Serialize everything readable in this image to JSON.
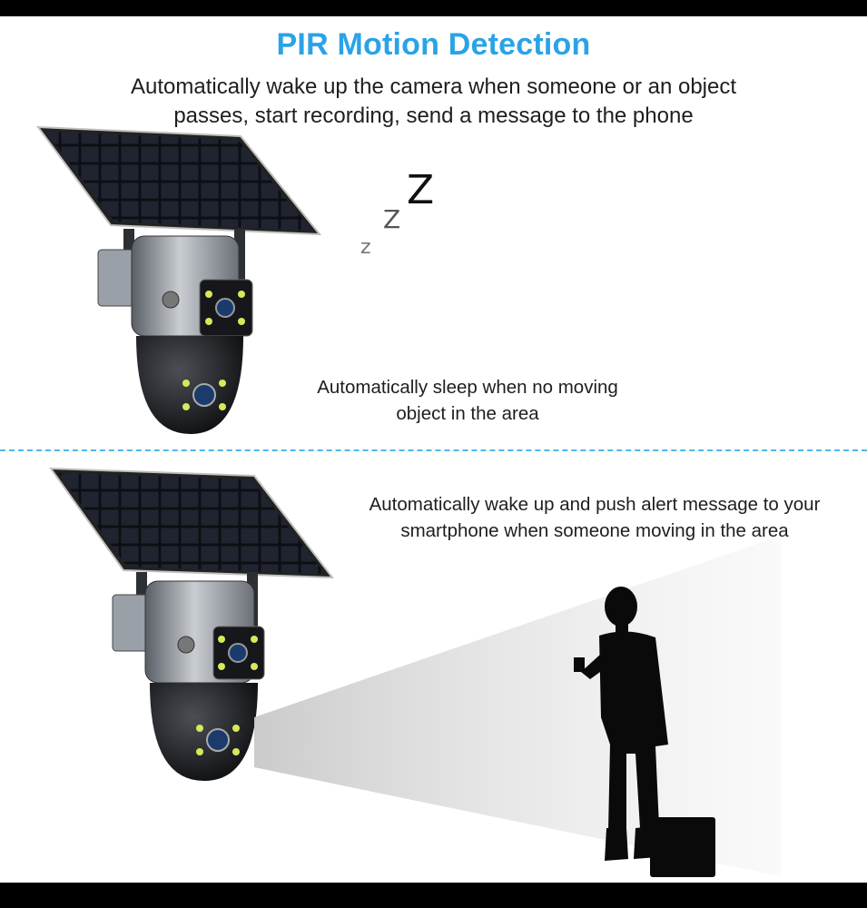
{
  "header": {
    "title": "PIR Motion Detection",
    "subtitle": "Automatically wake up the camera when someone or an object passes, start recording, send a message to the phone"
  },
  "sleep_panel": {
    "caption": "Automatically sleep when no moving object in the area",
    "sleep_glyphs": [
      "z",
      "Z",
      "Z"
    ]
  },
  "wake_panel": {
    "caption": "Automatically wake up and push alert message to your smartphone when someone moving in the area"
  },
  "colors": {
    "title": "#2aa3e6",
    "divider": "#4fb6e9",
    "text": "#1e1e1e"
  },
  "icons": [
    "solar-camera-icon",
    "person-silhouette-icon"
  ]
}
